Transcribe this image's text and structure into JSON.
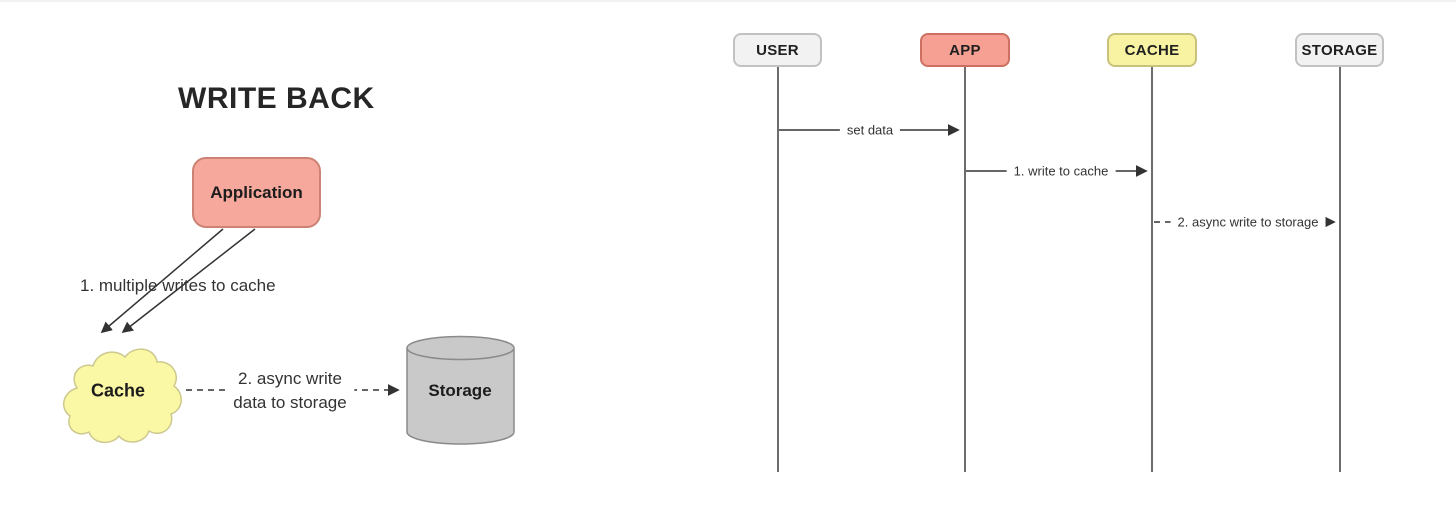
{
  "flow_diagram": {
    "title": "WRITE BACK",
    "nodes": {
      "application": {
        "label": "Application",
        "fill": "#f5a89b",
        "border": "#cc8274",
        "shape": "rounded-rect"
      },
      "cache": {
        "label": "Cache",
        "fill": "#faf8a5",
        "border": "#cdc98e",
        "shape": "cloud"
      },
      "storage": {
        "label": "Storage",
        "fill": "#c9c9c9",
        "border": "#8a8a8a",
        "shape": "cylinder"
      }
    },
    "edges": {
      "writes_to_cache": {
        "label": "1. multiple writes to cache",
        "style": "solid",
        "from": "application",
        "to": "cache",
        "arrow_count": 2
      },
      "async_write": {
        "label_line1": "2. async write",
        "label_line2": "data to storage",
        "style": "dashed",
        "from": "cache",
        "to": "storage"
      }
    }
  },
  "sequence_diagram": {
    "actors": [
      {
        "id": "user",
        "label": "USER",
        "fill": "#f2f2f2",
        "border": "#c2c2c2"
      },
      {
        "id": "app",
        "label": "APP",
        "fill": "#f5a093",
        "border": "#ce7061"
      },
      {
        "id": "cache",
        "label": "CACHE",
        "fill": "#f8f3a2",
        "border": "#c9c27c"
      },
      {
        "id": "storage",
        "label": "STORAGE",
        "fill": "#f2f2f2",
        "border": "#c2c2c2"
      }
    ],
    "messages": [
      {
        "from": "user",
        "to": "app",
        "label": "set data",
        "style": "solid"
      },
      {
        "from": "app",
        "to": "cache",
        "label": "1. write to cache",
        "style": "solid"
      },
      {
        "from": "cache",
        "to": "storage",
        "label": "2. async write to storage",
        "style": "dashed"
      }
    ]
  },
  "colors": {
    "background": "#ffffff",
    "line": "#333333",
    "text": "#333333",
    "title_text": "#262626",
    "salmon_fill": "#f5a093",
    "yellow_fill": "#f8f3a2",
    "gray_fill": "#f2f2f2",
    "cylinder_fill": "#c9c9c9"
  }
}
